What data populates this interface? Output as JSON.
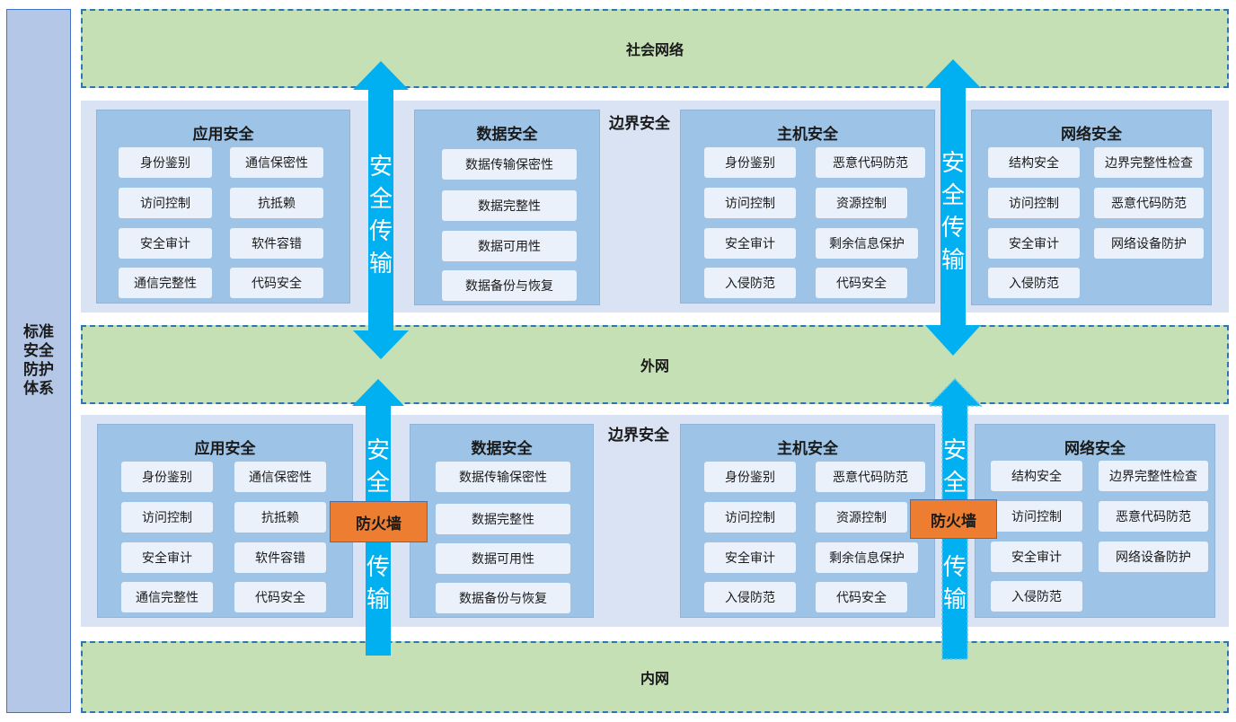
{
  "side_label": "标准安全防护体系",
  "networks": {
    "social": "社会网络",
    "external": "外网",
    "internal": "内网"
  },
  "zones": {
    "upper": {
      "title": "边界安全"
    },
    "lower": {
      "title": "边界安全"
    }
  },
  "panels": {
    "app": {
      "title": "应用安全",
      "items": [
        "身份鉴别",
        "通信保密性",
        "访问控制",
        "抗抵赖",
        "安全审计",
        "软件容错",
        "通信完整性",
        "代码安全"
      ]
    },
    "data": {
      "title": "数据安全",
      "items": [
        "数据传输保密性",
        "数据完整性",
        "数据可用性",
        "数据备份与恢复"
      ]
    },
    "host": {
      "title": "主机安全",
      "items": [
        "身份鉴别",
        "恶意代码防范",
        "访问控制",
        "资源控制",
        "安全审计",
        "剩余信息保护",
        "入侵防范",
        "代码安全"
      ]
    },
    "network": {
      "title": "网络安全",
      "items": [
        "结构安全",
        "边界完整性检查",
        "访问控制",
        "恶意代码防范",
        "安全审计",
        "网络设备防护",
        "入侵防范"
      ]
    }
  },
  "arrows": {
    "transfer_chars": [
      "安",
      "全",
      "传",
      "输"
    ]
  },
  "firewall": "防火墙",
  "colors": {
    "net_fill": "#c5e0b4",
    "zone_fill": "#dae3f3",
    "panel_fill": "#9dc3e6",
    "arrow": "#00b0f0",
    "firewall": "#ed7d31",
    "side_fill": "#b4c7e7"
  }
}
